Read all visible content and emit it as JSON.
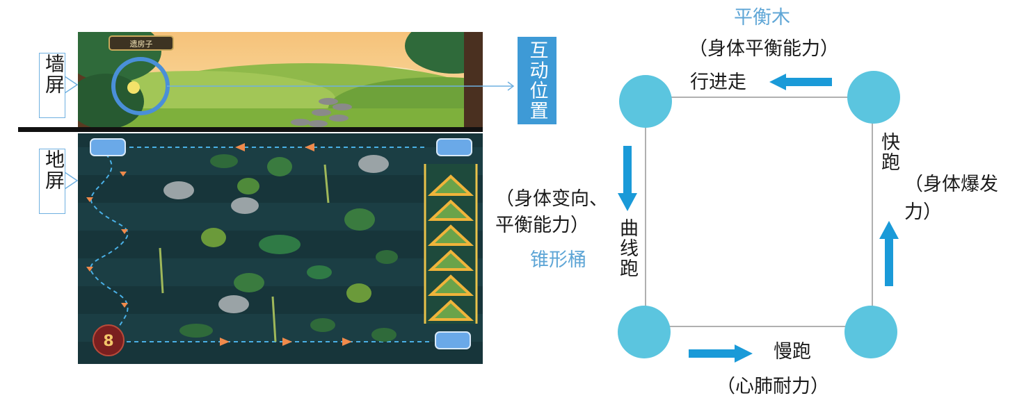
{
  "left_panel": {
    "wall_label": "墙屏",
    "floor_label": "地屏",
    "interaction_label": "互动位置",
    "game_title_badge": "遗房子"
  },
  "circuit": {
    "top_station_title": "平衡木",
    "top_station_benefit": "（身体平衡能力）",
    "top_action": "行进走",
    "right_action": "快跑",
    "right_benefit": "（身体爆发力）",
    "left_station_title": "锥形桶",
    "left_benefit": "（身体变向、平衡能力）",
    "left_action": "曲线跑",
    "bottom_action": "慢跑",
    "bottom_benefit": "（心肺耐力）"
  },
  "colors": {
    "node": "#5bc5df",
    "arrow": "#1a9ad8",
    "station_title": "#5fa6d6",
    "interaction_box": "#3e9ad6",
    "floor_bg": "#17353a",
    "dash_path": "#4ab0e6"
  },
  "icons": {
    "arrow_left": "arrow-left-icon",
    "arrow_right": "arrow-right-icon",
    "arrow_up": "arrow-up-icon",
    "arrow_down": "arrow-down-icon"
  }
}
